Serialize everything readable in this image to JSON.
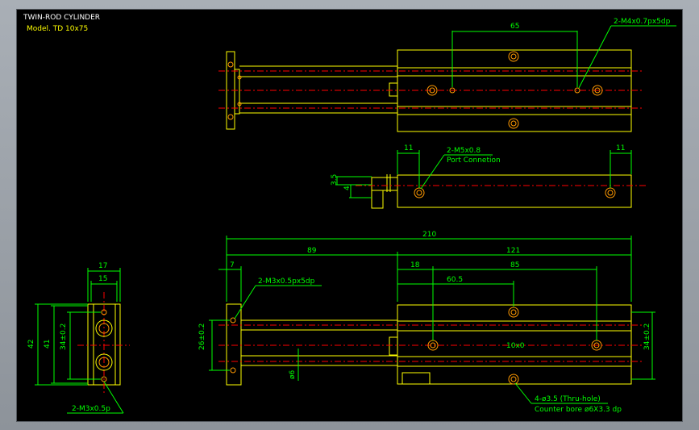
{
  "title": {
    "name": "TWIN-ROD CYLINDER",
    "model": "Model. TD 10x75"
  },
  "top_view": {
    "dim_65": "65",
    "thread_note": "2-M4x0.7px5dp"
  },
  "side_view": {
    "dim_left": "11",
    "dim_right": "11",
    "port_note": "2-M5x0.8",
    "port_sub": "Port Connetion",
    "dim_3_5": "3.5",
    "dim_4": "4"
  },
  "front_view": {
    "dim_210": "210",
    "dim_89": "89",
    "dim_121": "121",
    "dim_7": "7",
    "dim_18": "18",
    "dim_85": "85",
    "dim_60_5": "60.5",
    "dim_26": "26±0.2",
    "dim_34": "34±0.2",
    "dim_phi6": "ø6",
    "thread_note": "2-M3x0.5px5dp",
    "hole_note": "4-ø3.5 (Thru-hole)",
    "hole_sub": "Counter bore ø6X3.3 dp",
    "body_label": "10x0"
  },
  "end_view": {
    "dim_17": "17",
    "dim_15": "15",
    "dim_42": "42",
    "dim_41": "41",
    "dim_34": "34±0.2",
    "thread_note": "2-M3x0.5p"
  }
}
